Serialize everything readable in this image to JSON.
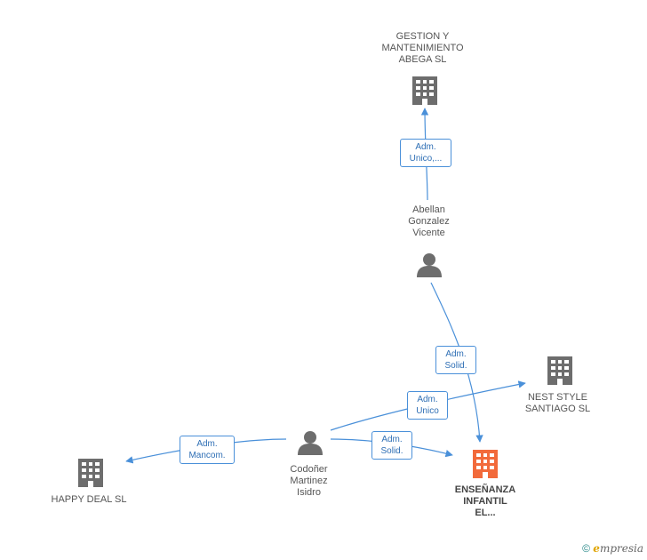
{
  "nodes": {
    "gestion": {
      "lines": [
        "GESTION Y",
        "MANTENIMIENTO",
        "ABEGA SL"
      ],
      "kind": "company"
    },
    "abellan": {
      "lines": [
        "Abellan",
        "Gonzalez",
        "Vicente"
      ],
      "kind": "person"
    },
    "nest": {
      "lines": [
        "NEST STYLE",
        "SANTIAGO SL"
      ],
      "kind": "company"
    },
    "codoner": {
      "lines": [
        "Codoñer",
        "Martinez",
        "Isidro"
      ],
      "kind": "person"
    },
    "happy": {
      "lines": [
        "HAPPY DEAL SL"
      ],
      "kind": "company"
    },
    "ensenanza": {
      "lines": [
        "ENSEÑANZA",
        "INFANTIL",
        "EL..."
      ],
      "kind": "company-main"
    }
  },
  "edges": {
    "e1": {
      "lines": [
        "Adm.",
        "Unico,..."
      ]
    },
    "e2": {
      "lines": [
        "Adm.",
        "Solid."
      ]
    },
    "e3": {
      "lines": [
        "Adm.",
        "Unico"
      ]
    },
    "e4": {
      "lines": [
        "Adm.",
        "Solid."
      ]
    },
    "e5": {
      "lines": [
        "Adm.",
        "Mancom."
      ]
    }
  },
  "colors": {
    "edge": "#4a90d9",
    "icon": "#6d6d6d",
    "main_icon": "#f26a3b"
  },
  "footer": {
    "copyright": "©",
    "brand_e": "e",
    "brand_rest": "mpresia"
  }
}
